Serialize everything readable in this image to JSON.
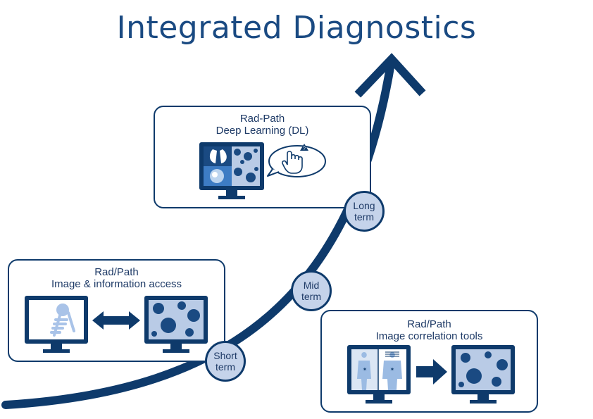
{
  "title": "Integrated Diagnostics",
  "boxes": {
    "short": {
      "line1": "Rad/Path",
      "line2": "Image & information access"
    },
    "mid": {
      "line1": "Rad/Path",
      "line2": "Image correlation tools"
    },
    "long": {
      "line1": "Rad-Path",
      "line2": "Deep Learning (DL)"
    }
  },
  "stages": {
    "short": {
      "line1": "Short",
      "line2": "term"
    },
    "mid": {
      "line1": "Mid",
      "line2": "term"
    },
    "long": {
      "line1": "Long",
      "line2": "term"
    }
  },
  "colors": {
    "navy": "#0e3a6b",
    "light_blue": "#c5d3ea",
    "text": "#1e3a66"
  }
}
